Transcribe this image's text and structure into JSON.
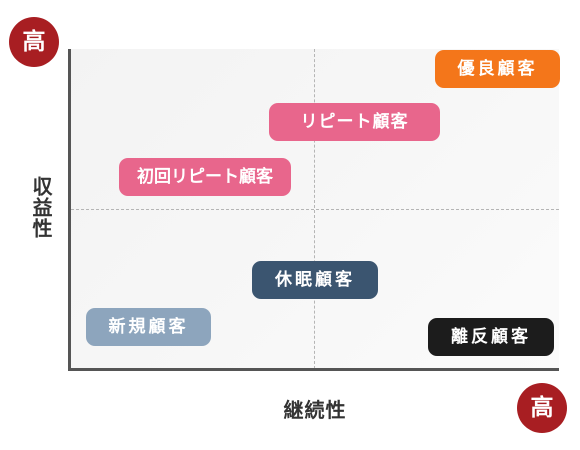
{
  "diagram": {
    "axes": {
      "y": {
        "label": "収益性",
        "high_badge": "高"
      },
      "x": {
        "label": "継続性",
        "high_badge": "高"
      }
    },
    "segments": [
      {
        "label": "優良顧客",
        "color": "#f4761a"
      },
      {
        "label": "リピート顧客",
        "color": "#e8668c"
      },
      {
        "label": "初回リピート顧客",
        "color": "#e8668c"
      },
      {
        "label": "休眠顧客",
        "color": "#3b5570"
      },
      {
        "label": "新規顧客",
        "color": "#8da5bd"
      },
      {
        "label": "離反顧客",
        "color": "#1c1c1c"
      }
    ]
  }
}
